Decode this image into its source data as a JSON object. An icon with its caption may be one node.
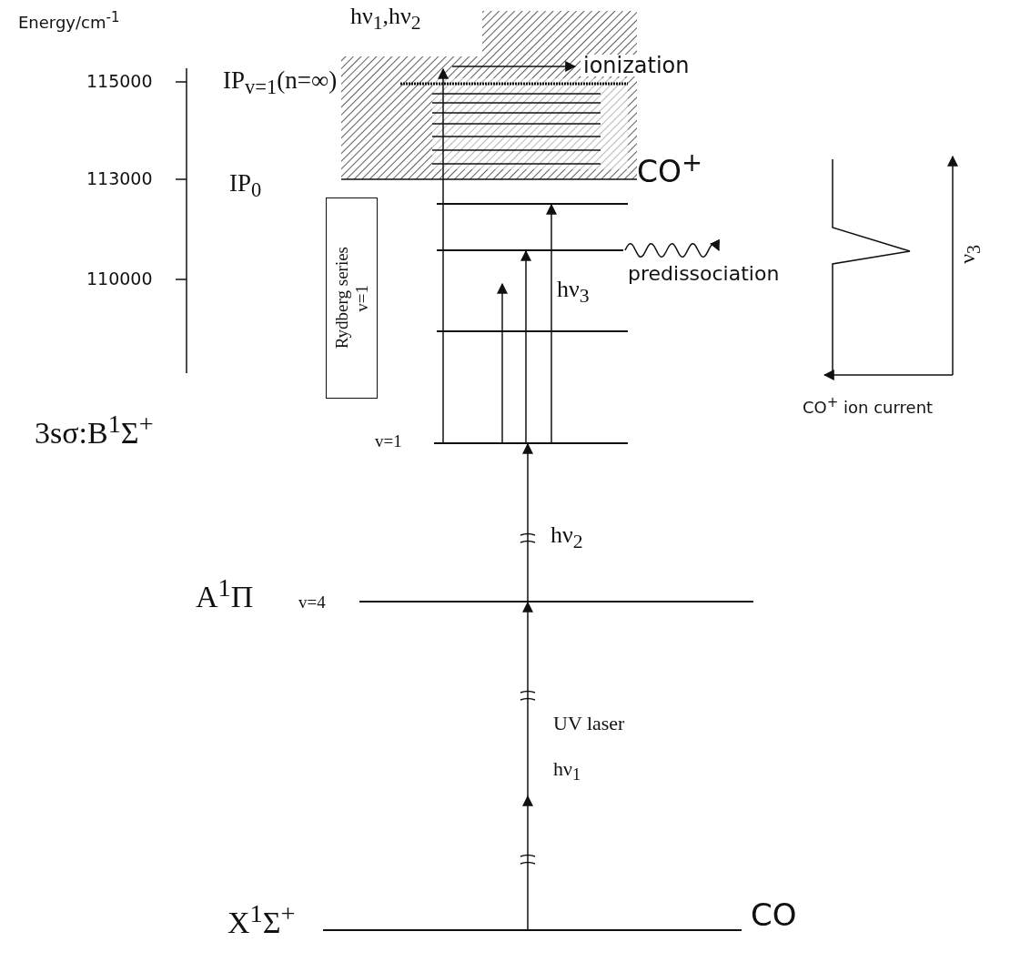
{
  "diagram": {
    "nodes": [
      {
        "text": [],
        "shape": "bar"
      },
      {
        "text": [],
        "shape": "bar"
      },
      {
        "text": [],
        "shape": "bar"
      },
      {
        "text": [
          "Rydberg series",
          "v=1"
        ]
      },
      {
        "text": [],
        "shape": "bar"
      },
      {
        "text": [],
        "shape": "bar"
      },
      {
        "text": [],
        "shape": "bar"
      }
    ],
    "edges": [
      {
        "from": 6,
        "to": 5,
        "arrow": "to",
        "label": "UV laser hν$_{1}$"
      },
      {
        "from": 5,
        "to": 4,
        "arrow": "to",
        "label": "hν$_{2}$"
      },
      {
        "from": 4,
        "to": null,
        "arrow": "to"
      },
      {
        "from": 4,
        "to": 1,
        "arrow": "to"
      },
      {
        "from": 4,
        "to": 0,
        "arrow": "to",
        "label": "hν$_{3}$"
      },
      {
        "from": 4,
        "to": null,
        "arrow": "to",
        "label": "hν$_{1}$,hν$_{2}$"
      },
      {
        "from": 1,
        "to": null,
        "arrow": "to",
        "label": "predissociation"
      }
    ],
    "labels": [
      "Energy/cm$^{-1}$",
      "115000",
      "IP$_{v=1}$(n=∞)",
      "113000",
      "IP$_{0}$",
      "ionization",
      "CO$^{+}$",
      "110000",
      "ν$_{3}$",
      "CO$^{+}$ ion current",
      "3sσ:B$^{1}$Σ$^{+}$",
      "v=1",
      "A$^{1}$Π",
      "v=4",
      "X$^{1}$Σ$^{+}$",
      "CO"
    ]
  }
}
